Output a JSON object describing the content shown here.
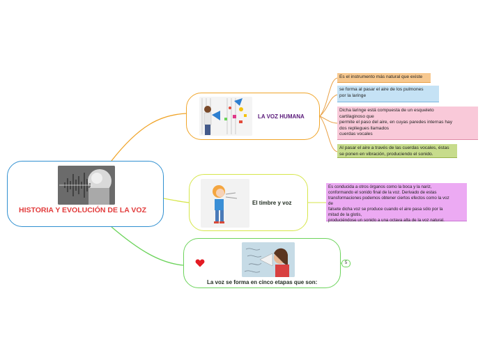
{
  "root": {
    "title": "HISTORIA Y EVOLUCIÓN DE LA VOZ"
  },
  "branches": [
    {
      "label": "LA VOZ HUMANA",
      "color": "#f0a428",
      "label_color": "#5a1a7a"
    },
    {
      "label": "El timbre y voz",
      "color": "#d6e64a",
      "label_color": "#1e2a1e"
    },
    {
      "label": "La voz se forma en cinco etapas que son:",
      "color": "#6bd35a",
      "label_color": "#1e2a1e",
      "collapsed_count": "5"
    }
  ],
  "notes": [
    {
      "text": "Es el instrumento más natural que existe",
      "color": "#f7c88f"
    },
    {
      "text": "se forma al pasar el aire de los pulmones\npor la laringe",
      "color": "#c5e2f5"
    },
    {
      "text": "Dicha laringe está compuesta de un esqueleto\ncartilaginoso que\n permite el paso del aire, en cuyas paredes internas hay\ndos repliegues llamados\ncuerdas vocales",
      "color": "#f9c9d9"
    },
    {
      "text": "Al pasar el aire a través de las cuerdas vocales, éstas\n se ponen en vibración, produciendo el sonido.",
      "color": "#c7dc8c"
    },
    {
      "text": "Es conducida a otros órganos como la boca y la nariz,\nconformando el sonido final de la voz.  Derivado de estas\ntransformaciones podemos obtener ciertos efectos como la voz\nde\nfalsete dicha voz se produce cuando el aire pasa sólo por la\nmitad de la glotis,\nproduciéndose un sonido a una octava alta de la voz natural.",
      "color": "#ecaaf3"
    }
  ],
  "icons": {
    "heart": "heart-icon",
    "root_image": "audio-waveform-photo",
    "branch1_image": "woman-megaphone-illustration",
    "branch2_image": "girl-shouting-illustration",
    "branch3_image": "woman-megaphone-photo"
  }
}
